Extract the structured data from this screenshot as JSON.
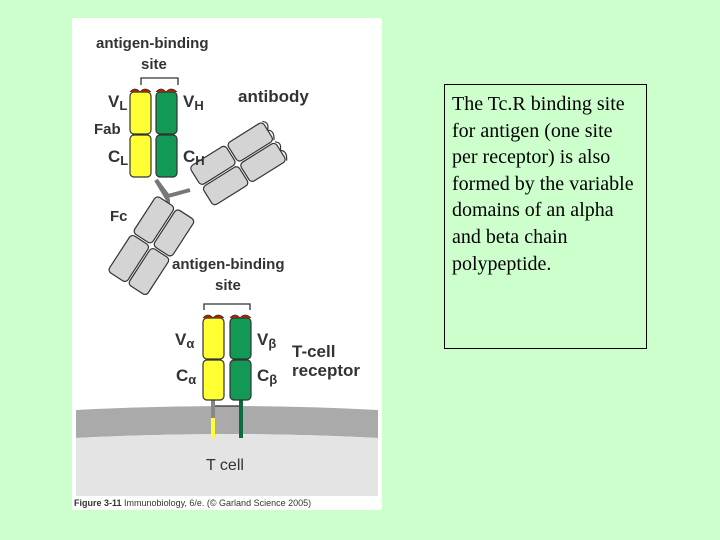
{
  "figure": {
    "labels": {
      "antibody_site_line1": "antigen-binding",
      "antibody_site_line2": "site",
      "vl": "V",
      "vl_sub": "L",
      "vh": "V",
      "vh_sub": "H",
      "antibody": "antibody",
      "fab": "Fab",
      "cl": "C",
      "cl_sub": "L",
      "ch": "C",
      "ch_sub": "H",
      "fc": "Fc",
      "tcr_site_line1": "antigen-binding",
      "tcr_site_line2": "site",
      "va": "V",
      "va_sub": "α",
      "vb": "V",
      "vb_sub": "β",
      "ca": "C",
      "ca_sub": "α",
      "cb": "C",
      "cb_sub": "β",
      "tcr_line1": "T-cell",
      "tcr_line2": "receptor",
      "tcell": "T cell"
    },
    "caption_fig": "Figure 3-11",
    "caption_rest": "Immunobiology, 6/e. (© Garland Science 2005)",
    "colors": {
      "light_chain": "#ffff33",
      "heavy_chain": "#119955",
      "fc_domain": "#d4d4d4",
      "membrane": "#aaaaaa",
      "cell_interior": "#e4e4e4",
      "binding_site": "#aa2200"
    }
  },
  "text_box": "The Tc.R binding site for antigen (one site per receptor) is also formed by the variable domains of an alpha and beta chain polypeptide."
}
